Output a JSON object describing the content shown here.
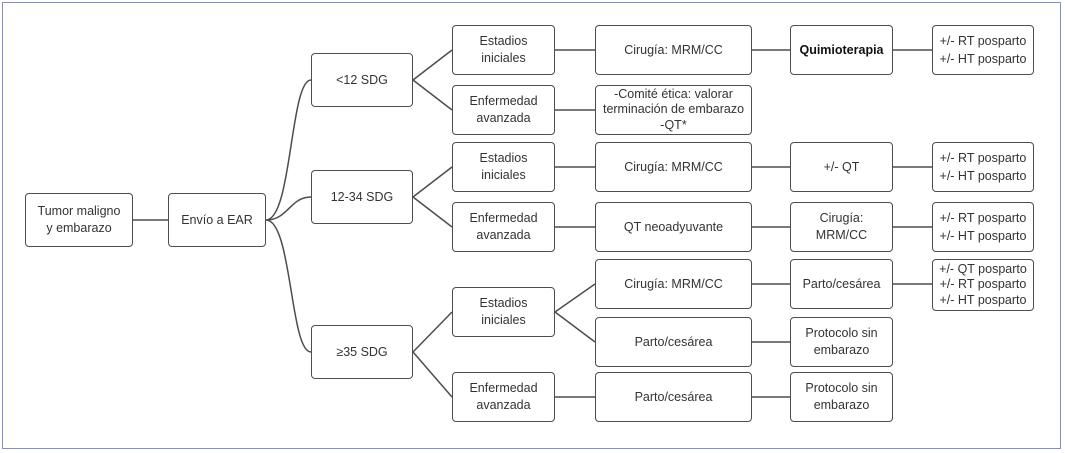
{
  "nodes": {
    "root": "Tumor maligno\ny embarazo",
    "envio": "Envío a EAR",
    "g12": "<12 SDG",
    "g12_34": "12-34 SDG",
    "g35": "≥35 SDG",
    "a_inicial": "Estadios iniciales",
    "a_avanzada": "Enfermedad\navanzada",
    "a_cirugia": "Cirugía: MRM/CC",
    "a_quimio": "Quimioterapia",
    "a_rt_ht": "+/- RT posparto\n+/- HT posparto",
    "a_comite": "-Comité ética: valorar\nterminación de embarazo\n-QT*",
    "b_inicial": "Estadios iniciales",
    "b_cirugia": "Cirugía: MRM/CC",
    "b_qt": "+/- QT",
    "b_rt_ht": "+/- RT posparto\n+/- HT posparto",
    "b_avanzada": "Enfermedad\navanzada",
    "b_qtneo": "QT neoadyuvante",
    "b_cirugia2": "Cirugía:\nMRM/CC",
    "b_rt_ht2": "+/- RT posparto\n+/- HT posparto",
    "c_inicial": "Estadios iniciales",
    "c_cirugia": "Cirugía: MRM/CC",
    "c_parto": "Parto/cesárea",
    "c_qt_rt_ht": "+/- QT posparto\n+/- RT posparto\n+/- HT posparto",
    "c_parto2": "Parto/cesárea",
    "c_protocolo": "Protocolo sin\nembarazo",
    "c_avanzada": "Enfermedad\navanzada",
    "c_parto3": "Parto/cesárea",
    "c_protocolo2": "Protocolo sin\nembarazo"
  }
}
